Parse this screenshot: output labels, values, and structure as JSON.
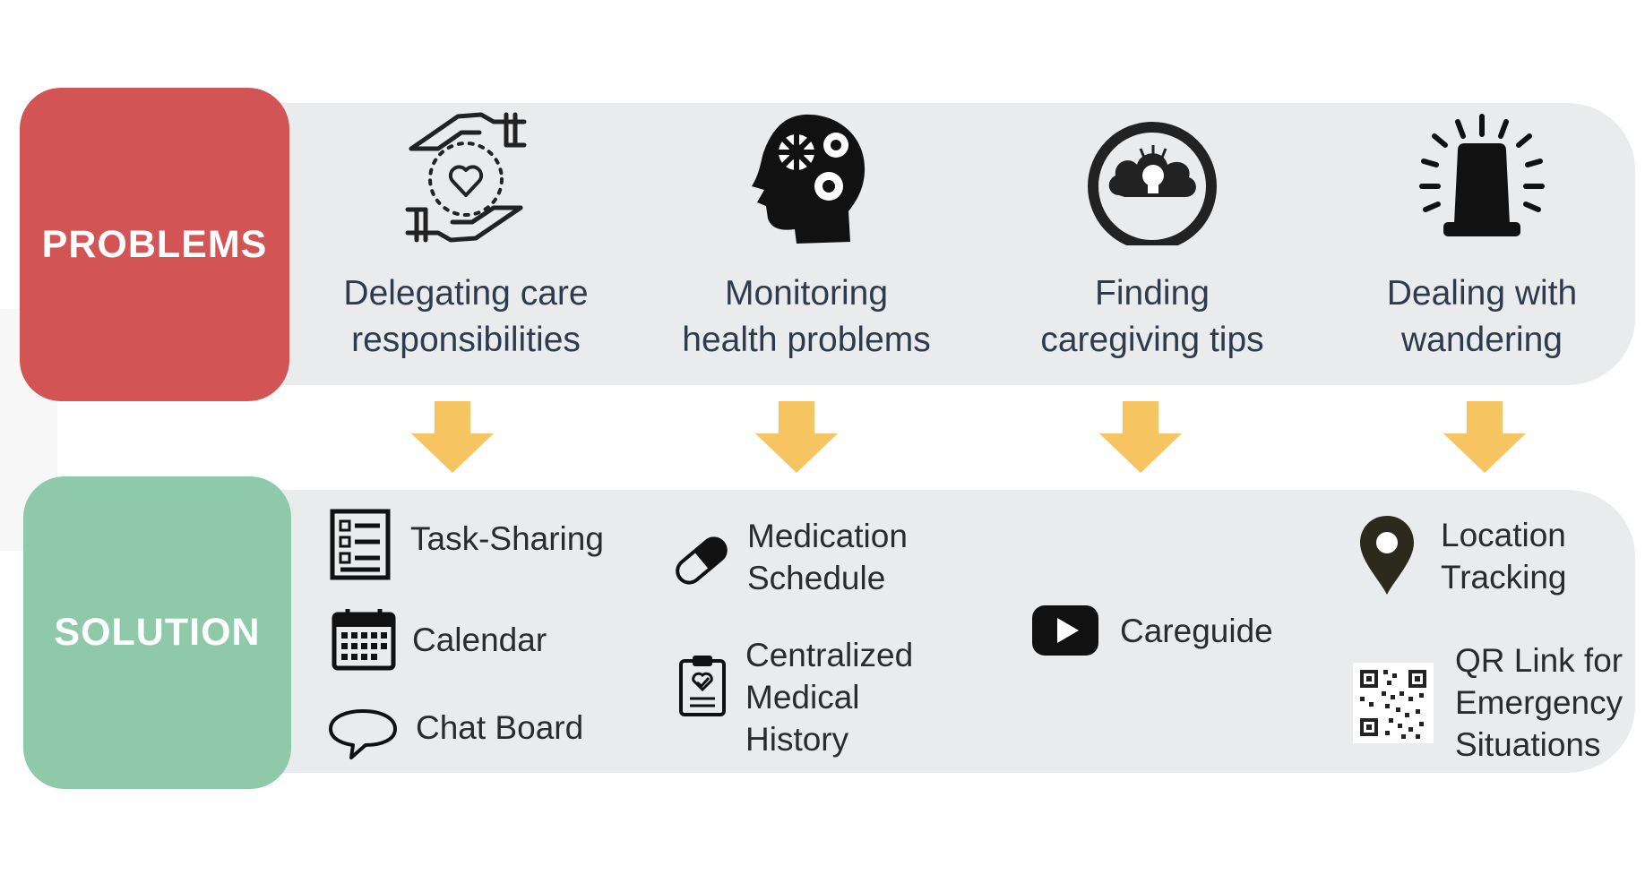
{
  "labels": {
    "problems": "PROBLEMS",
    "solution": "SOLUTION"
  },
  "problems": [
    {
      "l1": "Delegating care",
      "l2": "responsibilities",
      "icon": "caring-hands-heart-icon"
    },
    {
      "l1": "Monitoring",
      "l2": "health problems",
      "icon": "head-with-gears-icon"
    },
    {
      "l1": "Finding",
      "l2": "caregiving tips",
      "icon": "cloud-lightbulb-icon"
    },
    {
      "l1": "Dealing with",
      "l2": "wandering",
      "icon": "siren-alarm-icon"
    }
  ],
  "solutions": {
    "task_sharing": "Task-Sharing",
    "calendar": "Calendar",
    "chat_board": "Chat Board",
    "medication": {
      "l1": "Medication",
      "l2": "Schedule"
    },
    "medical_history": {
      "l1": "Centralized",
      "l2": "Medical",
      "l3": "History"
    },
    "careguide": "Careguide",
    "location": {
      "l1": "Location",
      "l2": "Tracking"
    },
    "qr": {
      "l1": "QR Link for",
      "l2": "Emergency",
      "l3": "Situations"
    }
  },
  "colors": {
    "problems_tag": "#d35454",
    "solutions_tag": "#8ecaa9",
    "band": "#e9ebec",
    "arrow": "#f6c460",
    "text": "#2e3b4e"
  }
}
